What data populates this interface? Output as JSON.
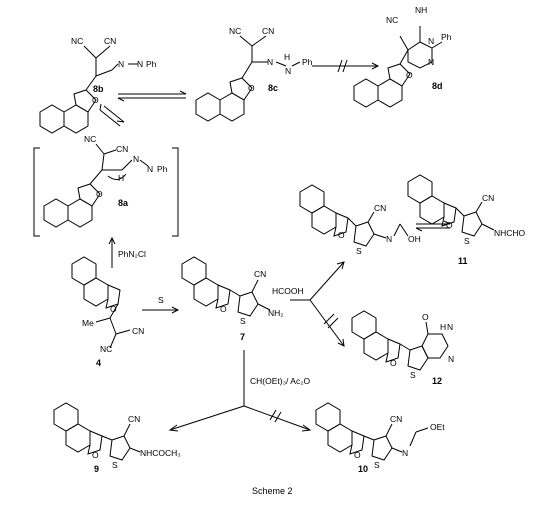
{
  "caption": "Scheme 2",
  "compounds": {
    "c8b": "8b",
    "c8c": "8c",
    "c8d": "8d",
    "c8a": "8a",
    "c4": "4",
    "c7": "7",
    "c11": "11",
    "c12": "12",
    "c9": "9",
    "c10": "10"
  },
  "conditions": {
    "diazonium": "PhN₂Cl",
    "sulfur": "S",
    "formic": "HCOOH",
    "orthoformate": "CH(OEt)₃/ Ac₂O"
  },
  "atoms": {
    "CN": "CN",
    "NC": "NC",
    "N": "N",
    "O": "O",
    "S": "S",
    "H": "H",
    "NH": "NH",
    "NH2": "NH₂",
    "Ph": "Ph",
    "Me": "Me",
    "OH": "OH",
    "OEt": "OEt",
    "NHCHO": "NHCHO",
    "NHCOCH3": "NHCOCH₃",
    "HN": "H"
  }
}
